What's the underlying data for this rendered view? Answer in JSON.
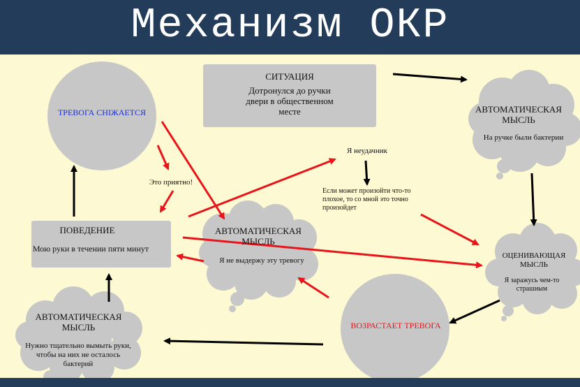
{
  "title": "Механизм ОКР",
  "colors": {
    "header": "#233c5a",
    "background": "#fdf9d2",
    "shape": "#c7c7c7",
    "arrow_red": "#e8141a",
    "arrow_black": "#000000",
    "anxiety_down": "#1b2fd6",
    "anxiety_up": "#e8141a"
  },
  "situation": {
    "heading": "СИТУАЦИЯ",
    "text": "Дотронулся до ручки двери в общественном месте"
  },
  "auto_thought_top": {
    "heading": "АВТОМАТИЧЕСКАЯ МЫСЛЬ",
    "text": "На ручке были бактерии"
  },
  "anxiety_decreases": {
    "text": "ТРЕВОГА СНIЖАЕТСЯ"
  },
  "nice": {
    "text": "Это приятно!"
  },
  "loser": {
    "text": "Я неудачник"
  },
  "if_may_happen": {
    "text": "Если может произойти что-то плохое, то со мной это точно произойдет"
  },
  "behavior": {
    "heading": "ПОВЕДЕНИЕ",
    "text": "Мою руки в течении пяти минут"
  },
  "auto_thought_center": {
    "heading": "АВТОМАТИЧЕСКАЯ МЫСЛЬ",
    "text": "Я не выдержу эту тревогу"
  },
  "evaluating_thought": {
    "heading": "ОЦЕНИВАЮЩАЯ МЫСЛЬ",
    "text": "Я заражусь чем-то страшным"
  },
  "anxiety_increases": {
    "text": "ВОЗРАСТАЕТ ТРЕВОГА"
  },
  "auto_thought_bottom": {
    "heading": "АВТОМАТИЧЕСКАЯ МЫСЛЬ",
    "text": "Нужно тщательно вымыть руки, чтобы на них не осталось бактерий"
  }
}
